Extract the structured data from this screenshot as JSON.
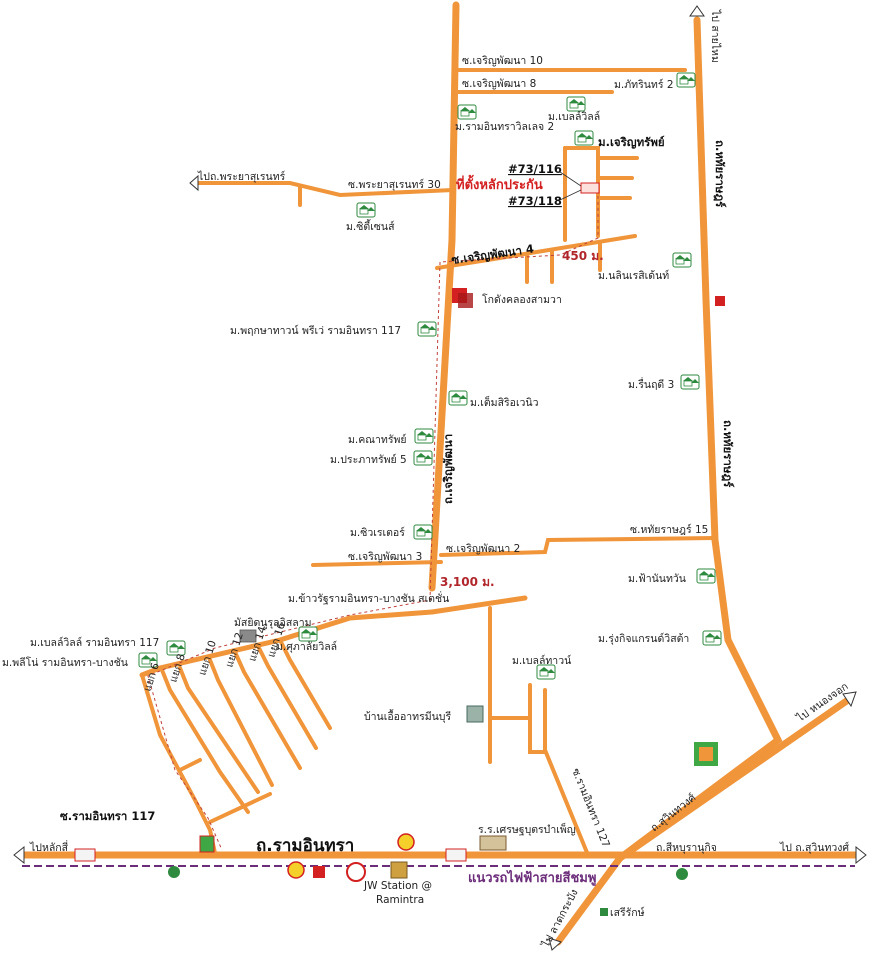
{
  "roads": {
    "ramintra": "ถ.รามอินทรา",
    "soi_ramintra_117": "ซ.รามอินทรา 117",
    "charoen_phatthana_road": "ถ.เจริญพัฒนา",
    "charoen_phatthana_10": "ซ.เจริญพัฒนา 10",
    "charoen_phatthana_8": "ซ.เจริญพัฒนา 8",
    "charoen_phatthana_4": "ซ.เจริญพัฒนา 4",
    "charoen_phatthana_3": "ซ.เจริญพัฒนา 3",
    "charoen_phatthana_2": "ซ.เจริญพัฒนา 2",
    "phraya_suren_30": "ซ.พระยาสุเรนทร์ 30",
    "hathairat_15": "ซ.หทัยราษฎร์ 15",
    "hathairat_road_upper": "ถ.หทัยราษฎร์",
    "hathairat_road_lower": "ถ.หทัยราษฎร์",
    "suwinthawong": "ถ.สุวินทวงศ์",
    "sihaburanukit": "ถ.สีหบุรานุกิจ",
    "ramintra_127": "ซ.รามอินทรา 127",
    "branches": [
      "แยก 6",
      "แยก 8",
      "แยก 10",
      "แยก 12",
      "แยก 14",
      "แยก 16"
    ]
  },
  "directions": {
    "to_phraya_suren": "ไปถ.พระยาสุเรนทร์",
    "to_lak_si": "ไปหลักสี่",
    "to_suwinthawong": "ไป ถ.สุวินทวงศ์",
    "to_nong_chok": "ไป หนองจอก",
    "to_lat_krabang": "ไป ลาดกระบัง",
    "to_sai_mai": "ไป สายไหม"
  },
  "villages": {
    "phatharin_2": "ม.ภัทรินทร์ 2",
    "belle_ville": "ม.เบลล์วิลล์",
    "ramintra_village_2": "ม.รามอินทราวิลเลจ 2",
    "charoen_sap": "ม.เจริญทรัพย์",
    "city_sense": "ม.ซิตี้เซนส์",
    "nalin_residence": "ม.นลินเรสิเด้นท์",
    "pruksa_town": "ม.พฤกษาทาวน์ พรีเว่ รามอินทรา 117",
    "tem_sirin_ville": "ม.เต็มสิริอเวนิว",
    "rin_rudee_3": "ม.รื่นฤดี 3",
    "kanatha_sap": "ม.คณาทรัพย์",
    "prapha_sap_5": "ม.ประภาทรัพย์ 5",
    "city_water": "ม.ซิวเรเตอร์",
    "fah_nanthawan": "ม.ฟ้านันทวัน",
    "rungkit_grand_vista": "ม.รุ่งกิจแกรนด์วิสต้า",
    "belle_town": "ม.เบลล์ทาวน์",
    "saeng_suwan": "ม.ศุภาลัยวิลล์",
    "khao_ramintra": "ม.ข้าวรัฐรามอินทรา-บางชัน สเตชั่น",
    "belle_ville_ramintra": "ม.เบลล์วิลล์ รามอินทรา 117",
    "plaeno_ramintra": "ม.พลีโน่ รามอินทรา-บางชัน"
  },
  "places": {
    "warehouse": "โกดังคลองสามวา",
    "mosque": "มัสยิดนูรุลอิสลาม",
    "government_housing": "บ้านเอื้ออาทรมีนบุรี",
    "school": "ร.ร.เศรษฐบุตรบำเพ็ญ",
    "jw_station_line1": "JW Station @",
    "jw_station_line2": "Ramintra",
    "serirak": "เสรีรักษ์"
  },
  "collateral": {
    "site_label": "ที่ตั้งหลักประกัน",
    "plot_a": "#73/116",
    "plot_b": "#73/118"
  },
  "distances": {
    "d450": "450 ม.",
    "d3100": "3,100 ม."
  },
  "rail": {
    "pink_line": "แนวรถไฟฟ้าสายสีชมพู"
  },
  "colors": {
    "road": "#f0953a",
    "village_icon": "#2e8a3e",
    "distance_marker": "#b0262a",
    "site_label": "#d32020",
    "rail": "#6b2d7a",
    "warehouse": "#d32020"
  }
}
